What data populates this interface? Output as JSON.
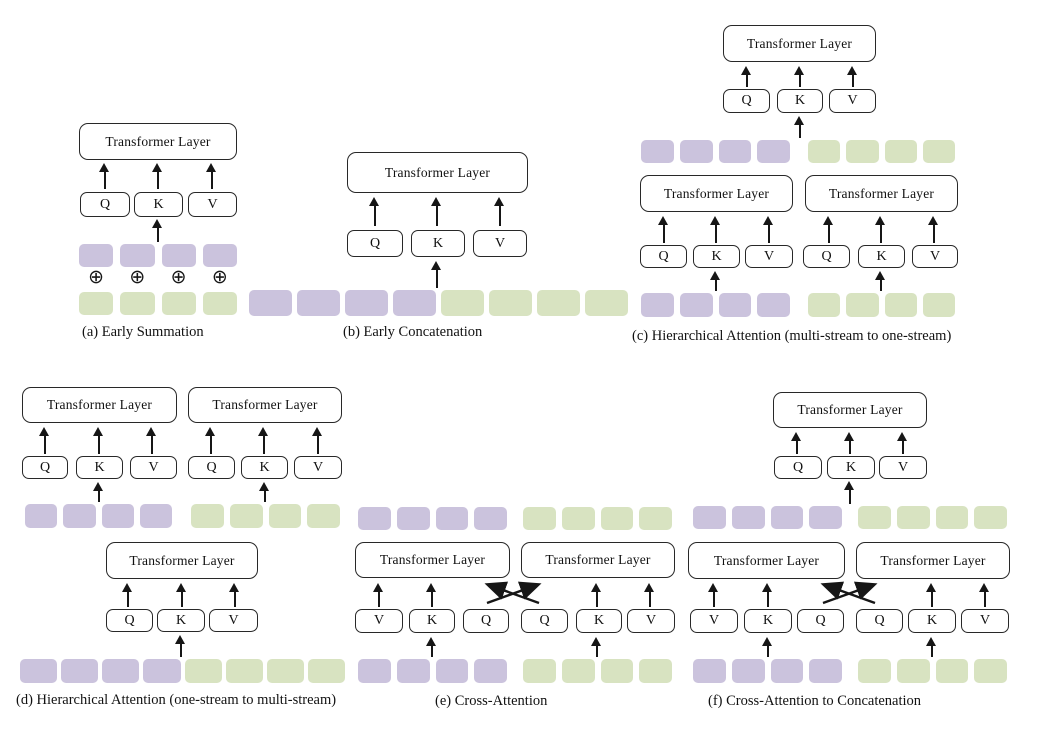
{
  "figure": {
    "background": "#ffffff",
    "colors": {
      "token_purple": "#cbc3dd",
      "token_green": "#d8e3c1",
      "box_border": "#282828",
      "box_background": "#ffffff",
      "arrow": "#161616",
      "text": "#111111"
    },
    "transformer_layer_label": "Transformer Layer",
    "sum_symbol": "⊕",
    "tokens_per_group": 4,
    "diagrams": {
      "a": {
        "caption": "(a) Early Summation",
        "qkv": [
          "Q",
          "K",
          "V"
        ]
      },
      "b": {
        "caption": "(b) Early Concatenation",
        "qkv": [
          "Q",
          "K",
          "V"
        ]
      },
      "c": {
        "caption": "(c) Hierarchical Attention (multi-stream to one-stream)",
        "top_qkv": [
          "Q",
          "K",
          "V"
        ],
        "left_qkv": [
          "Q",
          "K",
          "V"
        ],
        "right_qkv": [
          "Q",
          "K",
          "V"
        ]
      },
      "d": {
        "caption": "(d) Hierarchical Attention (one-stream to multi-stream)",
        "left_qkv": [
          "Q",
          "K",
          "V"
        ],
        "right_qkv": [
          "Q",
          "K",
          "V"
        ],
        "bottom_qkv": [
          "Q",
          "K",
          "V"
        ]
      },
      "e": {
        "caption": "(e) Cross-Attention",
        "left_qkv": [
          "V",
          "K",
          "Q"
        ],
        "right_qkv": [
          "Q",
          "K",
          "V"
        ]
      },
      "f": {
        "caption": "(f) Cross-Attention to Concatenation",
        "top_qkv": [
          "Q",
          "K",
          "V"
        ],
        "left_qkv": [
          "V",
          "K",
          "Q"
        ],
        "right_qkv": [
          "Q",
          "K",
          "V"
        ]
      }
    }
  }
}
